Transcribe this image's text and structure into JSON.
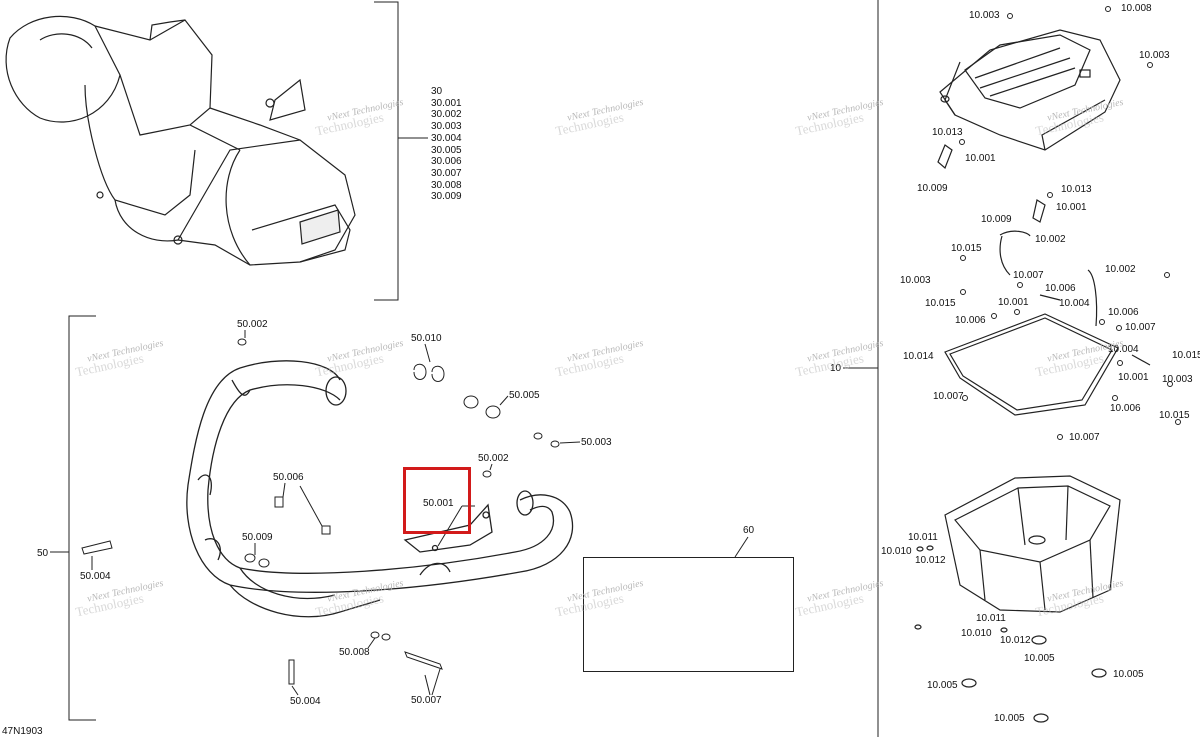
{
  "diagram_id": "47N1903",
  "groups": {
    "g30": {
      "ref": "30",
      "items": [
        "30",
        "30.001",
        "30.002",
        "30.003",
        "30.004",
        "30.005",
        "30.006",
        "30.007",
        "30.008",
        "30.009"
      ]
    },
    "g50": {
      "ref": "50"
    },
    "g60": {
      "ref": "60"
    },
    "g10": {
      "ref": "10"
    }
  },
  "highlight": {
    "part": "50.001",
    "color": "#d21a1a"
  },
  "watermark": {
    "line1": "vNext Technologies",
    "line2": "Technologies"
  },
  "callouts": {
    "c50_002a": "50.002",
    "c50_010": "50.010",
    "c50_005": "50.005",
    "c50_003": "50.003",
    "c50_002b": "50.002",
    "c50_006": "50.006",
    "c50_001": "50.001",
    "c50_009": "50.009",
    "c50_004a": "50.004",
    "c50_008": "50.008",
    "c50_004b": "50.004",
    "c50_007": "50.007",
    "c10_003a": "10.003",
    "c10_008": "10.008",
    "c10_003b": "10.003",
    "c10_013a": "10.013",
    "c10_001a": "10.001",
    "c10_009a": "10.009",
    "c10_013b": "10.013",
    "c10_001b": "10.001",
    "c10_009b": "10.009",
    "c10_002a": "10.002",
    "c10_015a": "10.015",
    "c10_007a": "10.007",
    "c10_002b": "10.002",
    "c10_003c": "10.003",
    "c10_006a": "10.006",
    "c10_015b": "10.015",
    "c10_001c": "10.001",
    "c10_004a": "10.004",
    "c10_006b": "10.006",
    "c10_006c": "10.006",
    "c10_007b": "10.007",
    "c10_014": "10.014",
    "c10_004b": "10.004",
    "c10_015c": "10.015",
    "c10_001d": "10.001",
    "c10_003d": "10.003",
    "c10_007c": "10.007",
    "c10_006d": "10.006",
    "c10_015d": "10.015",
    "c10_007d": "10.007",
    "c10_011a": "10.011",
    "c10_010a": "10.010",
    "c10_012a": "10.012",
    "c10_011b": "10.011",
    "c10_010b": "10.010",
    "c10_012b": "10.012",
    "c10_005a": "10.005",
    "c10_005b": "10.005",
    "c10_005c": "10.005",
    "c10_005d": "10.005"
  }
}
